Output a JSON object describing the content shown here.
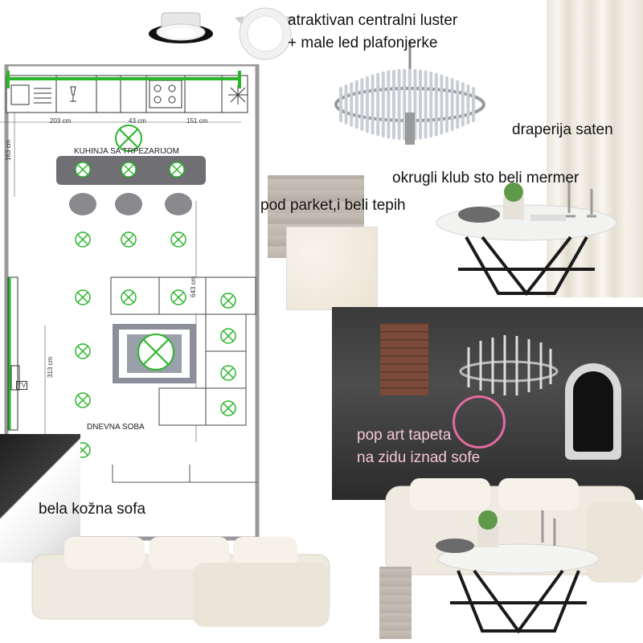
{
  "moodboard": {
    "captions": {
      "lighting_line1": "atraktivan centralni luster",
      "lighting_line2": "+ male led plafonjerke",
      "curtains": "draperija saten",
      "table": "okrugli klub sto beli mermer",
      "floor": "pod parket,i beli tepih",
      "wallpaper_line1": "pop art tapeta",
      "wallpaper_line2": "na zidu iznad sofe",
      "sofa": "bela kožna sofa"
    },
    "floor_plan": {
      "kitchen_label": "KUHINJA SA TRPEZARIJOM",
      "living_label": "DNEVNA SOBA",
      "tv_label": "TV",
      "dim_203": "203 cm",
      "dim_43": "43 cm",
      "dim_151": "151 cm",
      "dim_163": "163 cm",
      "dim_643": "643 cm",
      "dim_313": "313 cm"
    },
    "colors": {
      "accent_green": "#2bb52b",
      "marble_white": "#f2f2f0",
      "sofa_cream": "#efeae0",
      "wallpaper_pink": "#f4c7d6"
    }
  }
}
